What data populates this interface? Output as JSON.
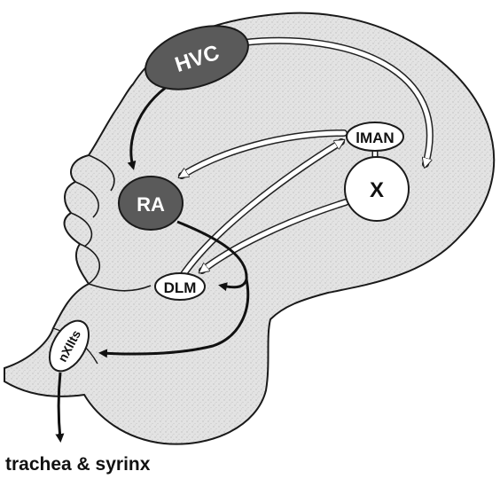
{
  "diagram": {
    "nodes": {
      "hvc": "HVC",
      "ra": "RA",
      "lman": "lMAN",
      "x": "X",
      "dlm": "DLM",
      "nxiits": "nXIIts"
    },
    "caption": "trachea & syrinx",
    "colors": {
      "brain_fill": "#dcdcdc",
      "dark_nucleus": "#5a5a5a",
      "outline": "#1a1a1a",
      "light_nucleus": "#ffffff"
    }
  }
}
